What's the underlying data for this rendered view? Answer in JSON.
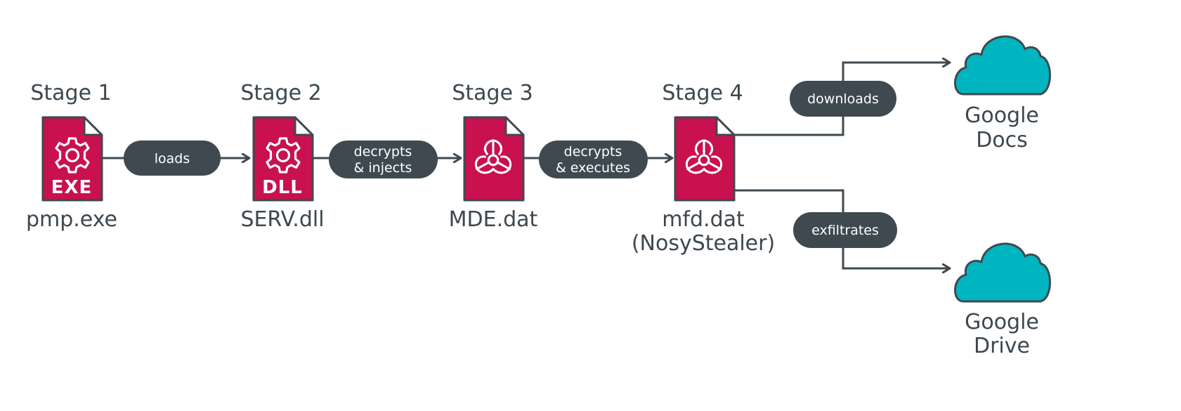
{
  "stages": [
    {
      "title": "Stage 1",
      "badge": "EXE",
      "icon": "gear-icon",
      "file_line1": "pmp.exe",
      "file_line2": ""
    },
    {
      "title": "Stage 2",
      "badge": "DLL",
      "icon": "gear-icon",
      "file_line1": "SERV.dll",
      "file_line2": ""
    },
    {
      "title": "Stage 3",
      "badge": "",
      "icon": "biohazard-icon",
      "file_line1": "MDE.dat",
      "file_line2": ""
    },
    {
      "title": "Stage 4",
      "badge": "",
      "icon": "biohazard-icon",
      "file_line1": "mfd.dat",
      "file_line2": "(NosyStealer)"
    }
  ],
  "links": [
    {
      "line1": "loads",
      "line2": ""
    },
    {
      "line1": "decrypts",
      "line2": "& injects"
    },
    {
      "line1": "decrypts",
      "line2": "& executes"
    }
  ],
  "branches": [
    {
      "label": "downloads",
      "target_line1": "Google",
      "target_line2": "Docs",
      "icon": "cloud-icon"
    },
    {
      "label": "exfiltrates",
      "target_line1": "Google",
      "target_line2": "Drive",
      "icon": "cloud-icon"
    }
  ],
  "colors": {
    "file_fill": "#c8114e",
    "cloud_fill": "#00b5c0",
    "connector": "#3f4950",
    "text": "#3c474e"
  }
}
